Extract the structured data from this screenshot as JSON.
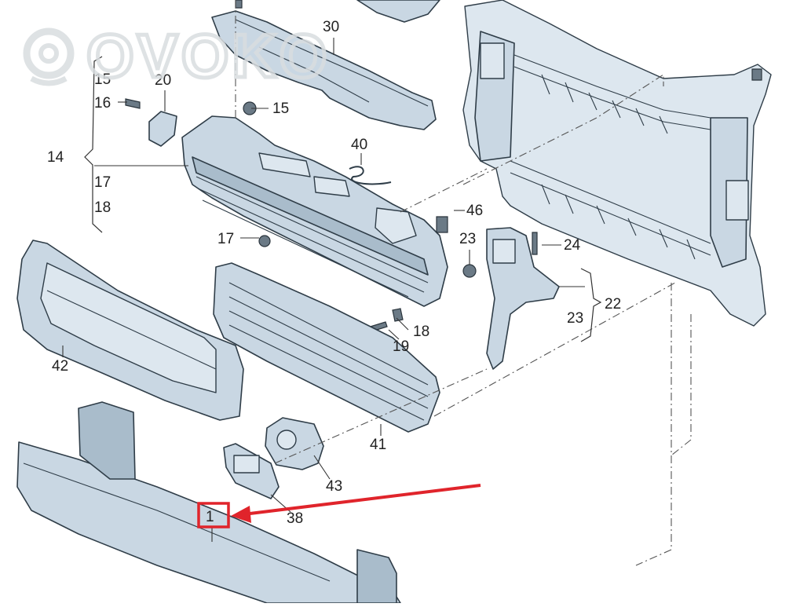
{
  "watermark": "OVOKO",
  "callouts": {
    "c1": "1",
    "c14": "14",
    "c15a": "15",
    "c15b": "15",
    "c16": "16",
    "c17a": "17",
    "c17b": "17",
    "c18a": "18",
    "c18b": "18",
    "c19": "19",
    "c20": "20",
    "c22": "22",
    "c23a": "23",
    "c23b": "23",
    "c24": "24",
    "c30": "30",
    "c38": "38",
    "c40": "40",
    "c41": "41",
    "c42": "42",
    "c43": "43",
    "c46": "46"
  },
  "colors": {
    "part_fill": "#c9d7e3",
    "outline": "#2f3d48",
    "highlight": "#e0242b",
    "watermark": "#d9dde0"
  }
}
